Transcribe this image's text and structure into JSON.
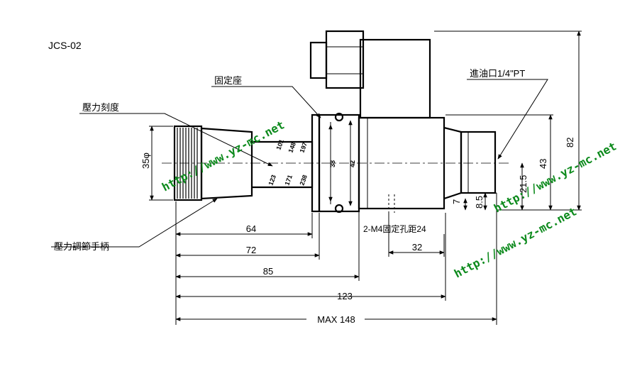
{
  "model": "JCS-02",
  "callouts": {
    "pressure_scale": "壓力刻度",
    "fixing_seat": "固定座",
    "oil_inlet": "進油口1/4\"PT",
    "pressure_handle": "壓力調節手柄",
    "mount_holes": "2-M4固定孔距24"
  },
  "scale_marks": [
    "101",
    "148",
    "197",
    "123",
    "171",
    "238"
  ],
  "dimensions": {
    "knob_diameter": "35φ",
    "d38": "38",
    "d42": "42",
    "d43": "43",
    "d82": "82",
    "d21_5": "21.5",
    "d8_5": "8.5",
    "d7": "7",
    "d32": "32",
    "d64": "64",
    "d72": "72",
    "d85": "85",
    "d123": "123",
    "max148": "MAX 148"
  },
  "watermarks": [
    "http://www.yz-mc.net",
    "http://www.yz-mc.net",
    "http://www.yz-mc.net"
  ],
  "colors": {
    "line": "#000000",
    "watermark": "#0c8a1c"
  }
}
